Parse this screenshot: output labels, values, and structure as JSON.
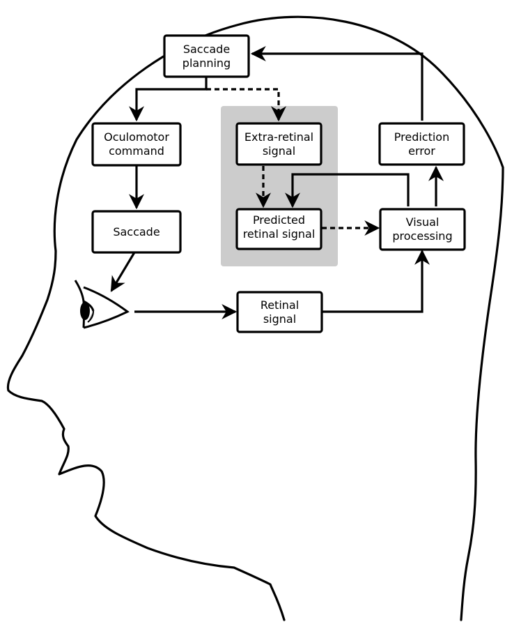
{
  "colors": {
    "background": "#ffffff",
    "stroke": "#000000",
    "highlight_region": "#cccccc"
  },
  "nodes": {
    "saccade_planning": [
      "Saccade",
      "planning"
    ],
    "oculomotor_command": [
      "Oculomotor",
      "command"
    ],
    "saccade": [
      "Saccade"
    ],
    "extra_retinal_signal": [
      "Extra-retinal",
      "signal"
    ],
    "predicted_retinal_signal": [
      "Predicted",
      "retinal signal"
    ],
    "prediction_error": [
      "Prediction",
      "error"
    ],
    "visual_processing": [
      "Visual",
      "processing"
    ],
    "retinal_signal": [
      "Retinal",
      "signal"
    ]
  },
  "edges": [
    {
      "from": "saccade_planning",
      "to": "oculomotor_command",
      "style": "solid"
    },
    {
      "from": "saccade_planning",
      "to": "extra_retinal_signal",
      "style": "dashed"
    },
    {
      "from": "oculomotor_command",
      "to": "saccade",
      "style": "solid"
    },
    {
      "from": "saccade",
      "to": "eye",
      "style": "solid"
    },
    {
      "from": "extra_retinal_signal",
      "to": "predicted_retinal_signal",
      "style": "dashed"
    },
    {
      "from": "visual_processing",
      "to": "predicted_retinal_signal",
      "style": "solid"
    },
    {
      "from": "predicted_retinal_signal",
      "to": "visual_processing",
      "style": "dashed"
    },
    {
      "from": "visual_processing",
      "to": "prediction_error",
      "style": "solid"
    },
    {
      "from": "prediction_error",
      "to": "saccade_planning",
      "style": "solid"
    },
    {
      "from": "eye",
      "to": "retinal_signal",
      "style": "solid"
    },
    {
      "from": "retinal_signal",
      "to": "visual_processing",
      "style": "solid"
    }
  ],
  "icons": {
    "eye": "eye-icon",
    "head": "head-silhouette"
  }
}
